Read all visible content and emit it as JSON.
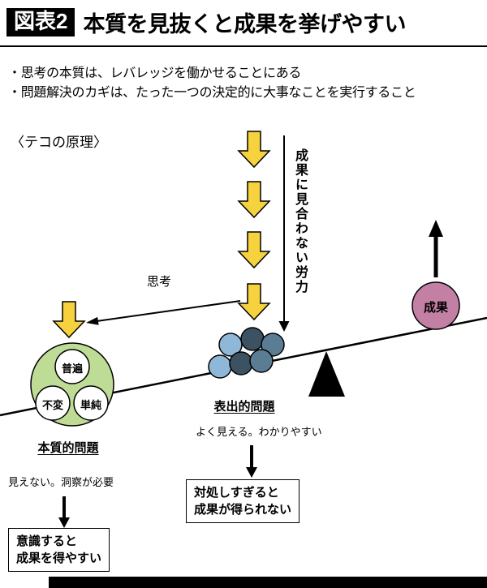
{
  "header": {
    "tag": "図表2",
    "title": "本質を見抜くと成果を挙げやすい"
  },
  "bullets": {
    "b1": "・思考の本質は、レバレッジを働かせることにある",
    "b2": "・問題解決のカギは、たった一つの決定的に大事なことを実行すること"
  },
  "labels": {
    "lever_principle": "〈テコの原理〉",
    "effort": "成果に見合わない労力",
    "thinking": "思考",
    "essential_problem": "本質的問題",
    "essential_note": "見えない。洞察が必要",
    "surface_problem": "表出的問題",
    "surface_note": "よく見える。わかりやすい",
    "result": "成果"
  },
  "essence_circles": {
    "c1": "普遍",
    "c2": "不変",
    "c3": "単純"
  },
  "boxes": {
    "left": {
      "line1": "意識すると",
      "line2": "成果を得やすい"
    },
    "mid": {
      "line1": "対処しすぎると",
      "line2": "成果が得られない"
    }
  },
  "colors": {
    "arrow_yellow": "#f6d23e",
    "essence_green": "#bedc96",
    "cluster_light": "#8fb8d8",
    "cluster_mid": "#5a7d94",
    "cluster_dark": "#3c5161",
    "result_pink": "#c47fa5"
  }
}
